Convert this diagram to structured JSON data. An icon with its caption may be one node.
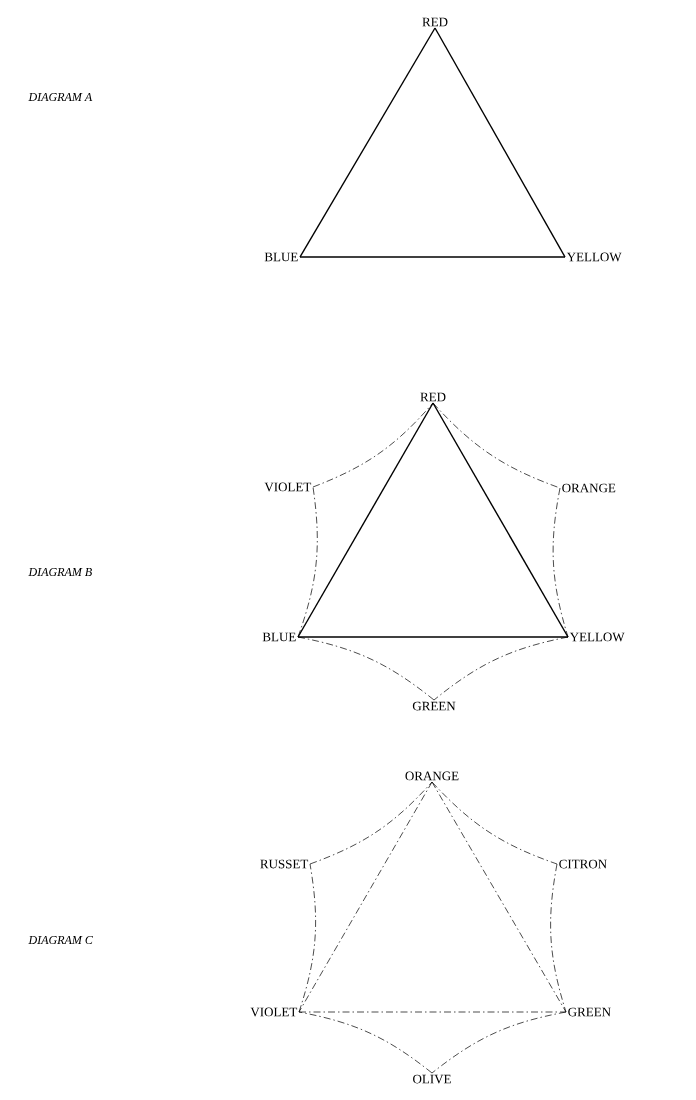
{
  "diagram": {
    "nodes": [
      {
        "text": [
          "RED"
        ]
      },
      {
        "text": [
          "BLUE"
        ]
      },
      {
        "text": [
          "YELLOW"
        ]
      },
      {
        "text": [
          "RED"
        ]
      },
      {
        "text": [
          "VIOLET"
        ]
      },
      {
        "text": [
          "ORANGE"
        ]
      },
      {
        "text": [
          "BLUE"
        ]
      },
      {
        "text": [
          "YELLOW"
        ]
      },
      {
        "text": [
          "GREEN"
        ]
      },
      {
        "text": [
          "ORANGE"
        ]
      },
      {
        "text": [
          "RUSSET"
        ]
      },
      {
        "text": [
          "CITRON"
        ]
      },
      {
        "text": [
          "VIOLET"
        ]
      },
      {
        "text": [
          "GREEN"
        ]
      },
      {
        "text": [
          "OLIVE"
        ]
      }
    ],
    "edges": [
      {
        "from": 0,
        "to": 1,
        "arrow": "none"
      },
      {
        "from": 0,
        "to": 2,
        "arrow": "none"
      },
      {
        "from": 1,
        "to": 2,
        "arrow": "none"
      },
      {
        "from": 3,
        "to": 6,
        "arrow": "none"
      },
      {
        "from": 3,
        "to": 7,
        "arrow": "none"
      },
      {
        "from": 6,
        "to": 7,
        "arrow": "none"
      },
      {
        "from": 3,
        "to": 5,
        "arrow": "none",
        "style": "dashed"
      },
      {
        "from": 5,
        "to": 7,
        "arrow": "none",
        "style": "dashed"
      },
      {
        "from": 7,
        "to": 8,
        "arrow": "none",
        "style": "dashed"
      },
      {
        "from": 8,
        "to": 6,
        "arrow": "none",
        "style": "dashed"
      },
      {
        "from": 6,
        "to": 4,
        "arrow": "none",
        "style": "dashed"
      },
      {
        "from": 4,
        "to": 3,
        "arrow": "none",
        "style": "dashed"
      },
      {
        "from": 9,
        "to": 12,
        "arrow": "none",
        "style": "dashed"
      },
      {
        "from": 9,
        "to": 13,
        "arrow": "none",
        "style": "dashed"
      },
      {
        "from": 12,
        "to": 13,
        "arrow": "none",
        "style": "dashed"
      },
      {
        "from": 9,
        "to": 11,
        "arrow": "none",
        "style": "dashed"
      },
      {
        "from": 11,
        "to": 13,
        "arrow": "none",
        "style": "dashed"
      },
      {
        "from": 13,
        "to": 14,
        "arrow": "none",
        "style": "dashed"
      },
      {
        "from": 14,
        "to": 12,
        "arrow": "none",
        "style": "dashed"
      },
      {
        "from": 12,
        "to": 10,
        "arrow": "none",
        "style": "dashed"
      },
      {
        "from": 10,
        "to": 9,
        "arrow": "none",
        "style": "dashed"
      }
    ],
    "labels": [
      "DIAGRAM A",
      "DIAGRAM B",
      "DIAGRAM C"
    ]
  }
}
